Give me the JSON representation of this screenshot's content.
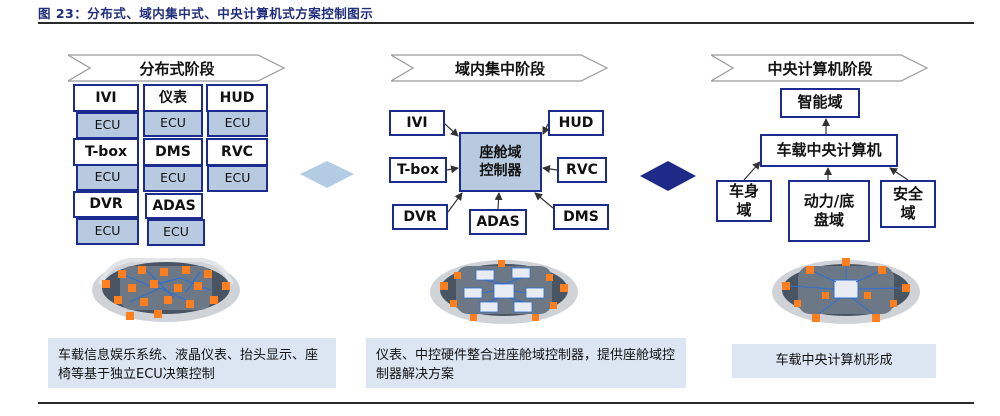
{
  "figure_title": "图 23：分布式、域内集中式、中央计算机式方案控制图示",
  "colors": {
    "accent": "#1c2b8f",
    "ecu_fill": "#b7cae0",
    "desc_bg": "#dbe6f2",
    "diamond_light": "#b3cce4",
    "diamond_dark": "#1e2a88"
  },
  "stage1": {
    "banner": "分布式阶段",
    "col1": [
      "IVI",
      "ECU",
      "T-box",
      "ECU",
      "DVR",
      "ECU"
    ],
    "col2": [
      "仪表",
      "ECU",
      "DMS",
      "ECU",
      "ADAS",
      "ECU"
    ],
    "col3": [
      "HUD",
      "ECU",
      "RVC",
      "ECU"
    ],
    "description": "车载信息娱乐系统、液晶仪表、抬头显示、座椅等基于独立ECU决策控制"
  },
  "stage2": {
    "banner": "域内集中阶段",
    "center": "座舱域\n控制器",
    "nodes": {
      "ivi": "IVI",
      "hud": "HUD",
      "tbox": "T-box",
      "rvc": "RVC",
      "dvr": "DVR",
      "adas": "ADAS",
      "dms": "DMS"
    },
    "description": "仪表、中控硬件整合进座舱域控制器，提供座舱域控制器解决方案"
  },
  "stage3": {
    "banner": "中央计算机阶段",
    "top": "智能域",
    "center": "车载中央计算机",
    "body": "车身\n域",
    "power": "动力/底\n盘域",
    "safety": "安全\n域",
    "description": "车载中央计算机形成"
  }
}
